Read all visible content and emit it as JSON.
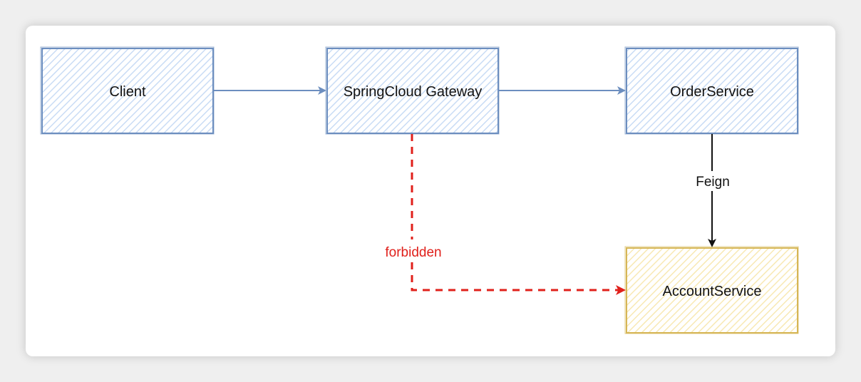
{
  "diagram": {
    "nodes": {
      "client": {
        "label": "Client"
      },
      "gateway": {
        "label": "SpringCloud Gateway"
      },
      "order": {
        "label": "OrderService"
      },
      "account": {
        "label": "AccountService"
      }
    },
    "edges": {
      "order_to_account": {
        "label": "Feign"
      },
      "gateway_to_account": {
        "label": "forbidden"
      }
    }
  },
  "colors": {
    "blue_stroke": "#6c8ebf",
    "blue_fill": "#dae8fc",
    "yellow_stroke": "#d6b656",
    "yellow_fill": "#fff2cc",
    "forbidden": "#e0201b",
    "feign_arrow": "#111111"
  }
}
